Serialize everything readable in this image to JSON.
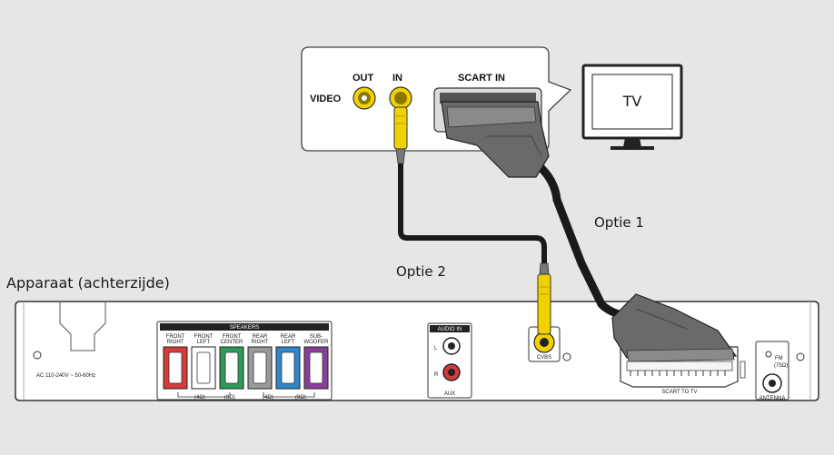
{
  "captions": {
    "device": "Apparaat (achterzijde)",
    "option1": "Optie 1",
    "option2": "Optie 2"
  },
  "tv": {
    "screen_label": "TV",
    "video_label": "VIDEO",
    "out_label": "OUT",
    "in_label": "IN",
    "scart_in_label": "SCART IN"
  },
  "device": {
    "power_label": "AC 110-240V ~ 50-60Hz",
    "speakers_title": "SPEAKERS",
    "speakers": [
      {
        "line1": "FRONT",
        "line2": "RIGHT",
        "color": "#d63a3a"
      },
      {
        "line1": "FRONT",
        "line2": "LEFT",
        "color": "#ffffff"
      },
      {
        "line1": "FRONT",
        "line2": "CENTER",
        "color": "#2e9a5a"
      },
      {
        "line1": "REAR",
        "line2": "RIGHT",
        "color": "#9a9a9a"
      },
      {
        "line1": "REAR",
        "line2": "LEFT",
        "color": "#2f86c8"
      },
      {
        "line1": "SUB-",
        "line2": "WOOFER",
        "color": "#8a3e9a"
      }
    ],
    "ohm_labels": [
      "(4Ω)",
      "(8Ω)",
      "(4Ω)",
      "(8Ω)"
    ],
    "audio_in_label": "AUDIO IN",
    "l_label": "L",
    "r_label": "R",
    "aux_label": "AUX",
    "cvbs_label": "CVBS",
    "scart_to_tv_label": "SCART TO TV",
    "fm_label": "FM",
    "fm_ohm": "(75Ω)",
    "antenna_label": "ANTENNA"
  }
}
